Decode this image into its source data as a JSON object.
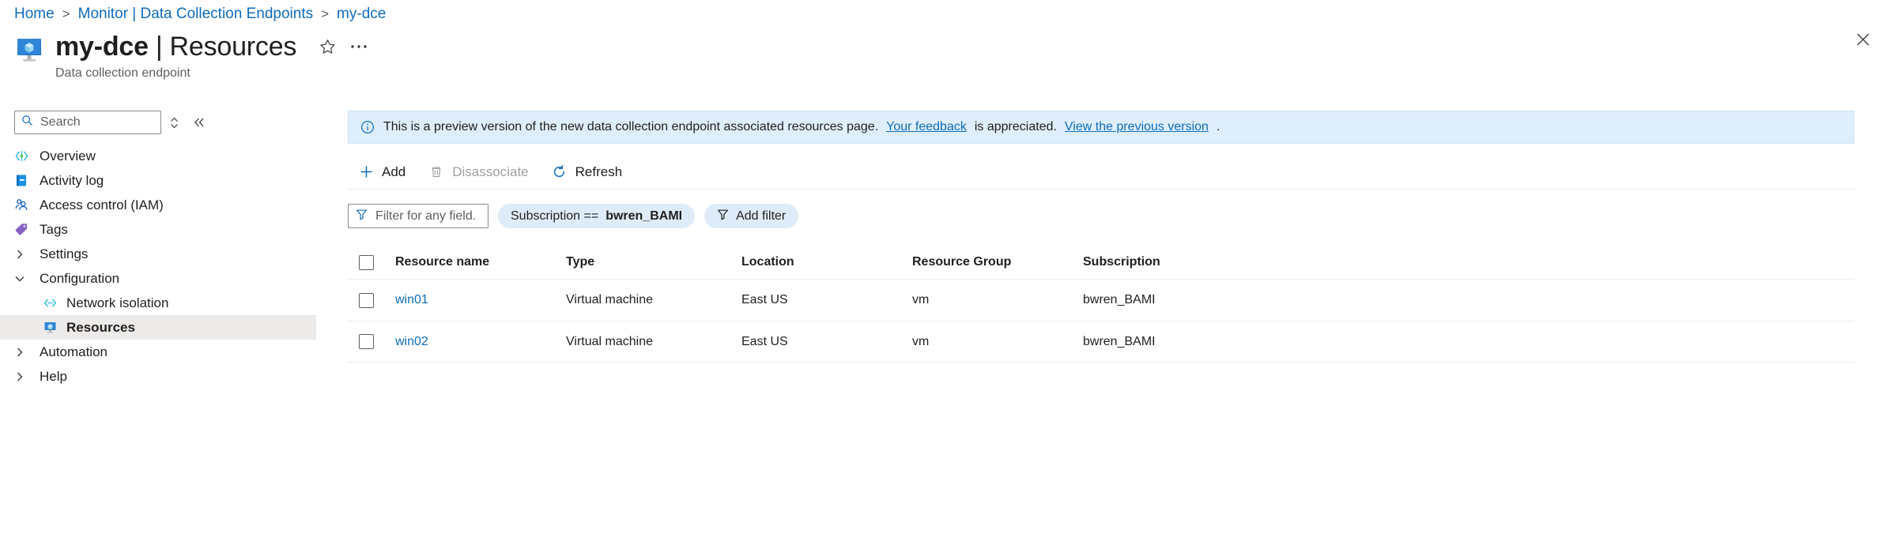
{
  "breadcrumb": {
    "items": [
      {
        "label": "Home"
      },
      {
        "label": "Monitor | Data Collection Endpoints"
      },
      {
        "label": "my-dce"
      }
    ],
    "separator": ">"
  },
  "header": {
    "icon": "data-collection-endpoint-icon",
    "resource_name": "my-dce",
    "separator": "|",
    "page_name": "Resources",
    "subtitle": "Data collection endpoint",
    "favorite_icon": "star-icon",
    "more_icon": "ellipsis-icon",
    "close_icon": "close-icon"
  },
  "sidebar": {
    "search": {
      "placeholder": "Search",
      "value": "",
      "icon": "search-icon"
    },
    "sort_icon": "sort-chevron-icon",
    "collapse_icon": "double-chevron-left-icon",
    "items": [
      {
        "label": "Overview",
        "icon": "overview-icon",
        "type": "item",
        "selected": false
      },
      {
        "label": "Activity log",
        "icon": "activity-log-icon",
        "type": "item",
        "selected": false
      },
      {
        "label": "Access control (IAM)",
        "icon": "access-control-icon",
        "type": "item",
        "selected": false
      },
      {
        "label": "Tags",
        "icon": "tags-icon",
        "type": "item",
        "selected": false
      },
      {
        "label": "Settings",
        "icon": "chevron-right-icon",
        "type": "group-collapsed",
        "selected": false
      },
      {
        "label": "Configuration",
        "icon": "chevron-down-icon",
        "type": "group-expanded",
        "selected": false
      },
      {
        "label": "Network isolation",
        "icon": "network-isolation-icon",
        "type": "child",
        "selected": false
      },
      {
        "label": "Resources",
        "icon": "resources-icon",
        "type": "child",
        "selected": true
      },
      {
        "label": "Automation",
        "icon": "chevron-right-icon",
        "type": "group-collapsed",
        "selected": false
      },
      {
        "label": "Help",
        "icon": "chevron-right-icon",
        "type": "group-collapsed",
        "selected": false
      }
    ]
  },
  "banner": {
    "icon": "info-icon",
    "text_before": "This is a preview version of the new data collection endpoint associated resources page.",
    "link_feedback": "Your feedback",
    "text_middle": "is appreciated.",
    "link_previous": "View the previous version",
    "text_after": "."
  },
  "toolbar": {
    "add_label": "Add",
    "add_icon": "plus-icon",
    "disassociate_label": "Disassociate",
    "disassociate_icon": "trash-icon",
    "disassociate_disabled": true,
    "refresh_label": "Refresh",
    "refresh_icon": "refresh-icon"
  },
  "filters": {
    "filter_input": {
      "placeholder": "Filter for any field...",
      "value": "",
      "icon": "filter-icon"
    },
    "subscription_pill": {
      "prefix": "Subscription ==",
      "value": "bwren_BAMI"
    },
    "add_filter": {
      "label": "Add filter",
      "icon": "filter-icon"
    }
  },
  "table": {
    "columns": [
      "Resource name",
      "Type",
      "Location",
      "Resource Group",
      "Subscription"
    ],
    "rows": [
      {
        "name": "win01",
        "type": "Virtual machine",
        "location": "East US",
        "resource_group": "vm",
        "subscription": "bwren_BAMI",
        "checked": false
      },
      {
        "name": "win02",
        "type": "Virtual machine",
        "location": "East US",
        "resource_group": "vm",
        "subscription": "bwren_BAMI",
        "checked": false
      }
    ]
  },
  "colors": {
    "link": "#0f6cbd",
    "banner_bg": "#dfeefc",
    "pill_bg": "#deecf9",
    "selected_nav_bg": "#edebe9"
  }
}
